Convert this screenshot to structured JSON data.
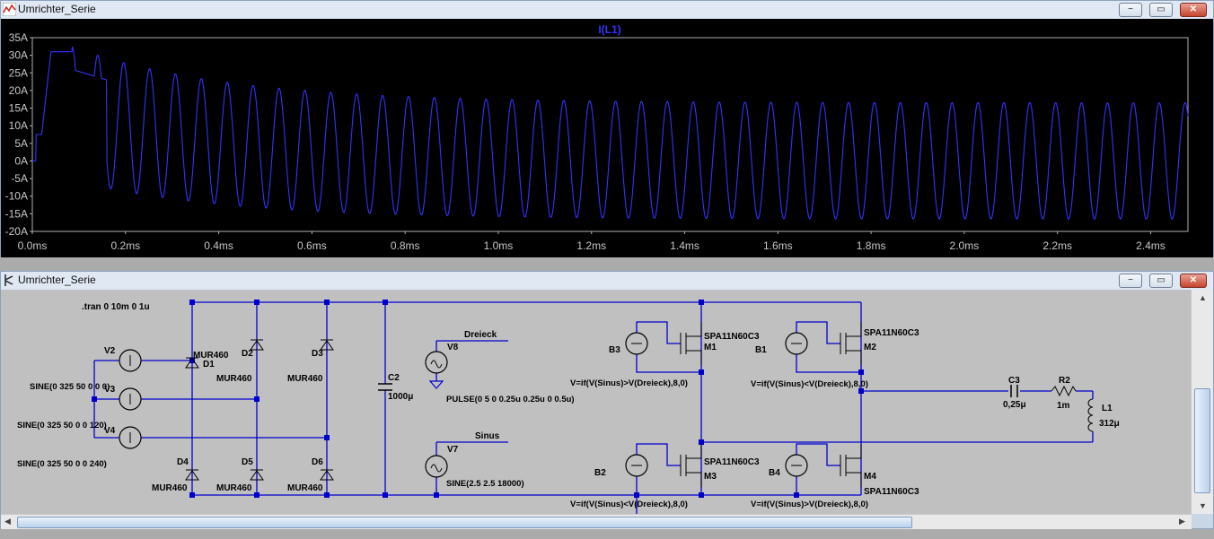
{
  "plot_window": {
    "title": "Umrichter_Serie",
    "trace_label": "I(L1)",
    "y_ticks": [
      "35A",
      "30A",
      "25A",
      "20A",
      "15A",
      "10A",
      "5A",
      "0A",
      "-5A",
      "-10A",
      "-15A",
      "-20A"
    ],
    "x_ticks": [
      "0.0ms",
      "0.2ms",
      "0.4ms",
      "0.6ms",
      "0.8ms",
      "1.0ms",
      "1.2ms",
      "1.4ms",
      "1.6ms",
      "1.8ms",
      "2.0ms",
      "2.2ms",
      "2.4ms"
    ]
  },
  "chart_data": {
    "type": "line",
    "series": [
      {
        "name": "I(L1)",
        "color": "#3333ff"
      }
    ],
    "y_unit": "A",
    "ylim": [
      -20,
      35
    ],
    "xlim": [
      0,
      2.48
    ],
    "x_unit": "ms",
    "frequency_kHz": 18,
    "initial_peak": 33,
    "steady_peak": 16.5,
    "steady_trough": -16.5,
    "background": "#000000",
    "grid": false
  },
  "schematic_window": {
    "title": "Umrichter_Serie",
    "directive": ".tran 0 10m 0 1u",
    "sources": {
      "V2": {
        "name": "V2",
        "value": "SINE(0 325 50 0 0 0)"
      },
      "V3": {
        "name": "V3",
        "value": "SINE(0 325 50 0 0 120)"
      },
      "V4": {
        "name": "V4",
        "value": "SINE(0 325 50 0 0 240)"
      },
      "V8": {
        "name": "V8",
        "value": "PULSE(0 5 0 0.25u 0.25u 0 0.5u)"
      },
      "V7": {
        "name": "V7",
        "value": "SINE(2.5 2.5 18000)"
      }
    },
    "diodes": {
      "D1": {
        "name": "D1",
        "model": "MUR460"
      },
      "D2": {
        "name": "D2",
        "model": "MUR460"
      },
      "D3": {
        "name": "D3",
        "model": "MUR460"
      },
      "D4": {
        "name": "D4",
        "model": "MUR460"
      },
      "D5": {
        "name": "D5",
        "model": "MUR460"
      },
      "D6": {
        "name": "D6",
        "model": "MUR460"
      }
    },
    "capacitor_c2": {
      "name": "C2",
      "value": "1000μ"
    },
    "nets": {
      "dreieck": "Dreieck",
      "sinus": "Sinus"
    },
    "mosfets": {
      "M1": {
        "name": "M1",
        "model": "SPA11N60C3"
      },
      "M2": {
        "name": "M2",
        "model": "SPA11N60C3"
      },
      "M3": {
        "name": "M3",
        "model": "SPA11N60C3"
      },
      "M4": {
        "name": "M4",
        "model": "SPA11N60C3"
      }
    },
    "behavioral": {
      "B3": {
        "name": "B3",
        "expr": "V=if(V(Sinus)>V(Dreieck),8,0)"
      },
      "B1": {
        "name": "B1",
        "expr": "V=if(V(Sinus)<V(Dreieck),8,0)"
      },
      "B2": {
        "name": "B2",
        "expr": "V=if(V(Sinus)<V(Dreieck),8,0)"
      },
      "B4": {
        "name": "B4",
        "expr": "V=if(V(Sinus)>V(Dreieck),8,0)"
      }
    },
    "load": {
      "C3": {
        "name": "C3",
        "value": "0,25μ"
      },
      "R2": {
        "name": "R2",
        "value": "1m"
      },
      "L1": {
        "name": "L1",
        "value": "312μ"
      }
    }
  },
  "window_buttons": {
    "minimize": "−",
    "restore": "▭",
    "close": "✕"
  }
}
